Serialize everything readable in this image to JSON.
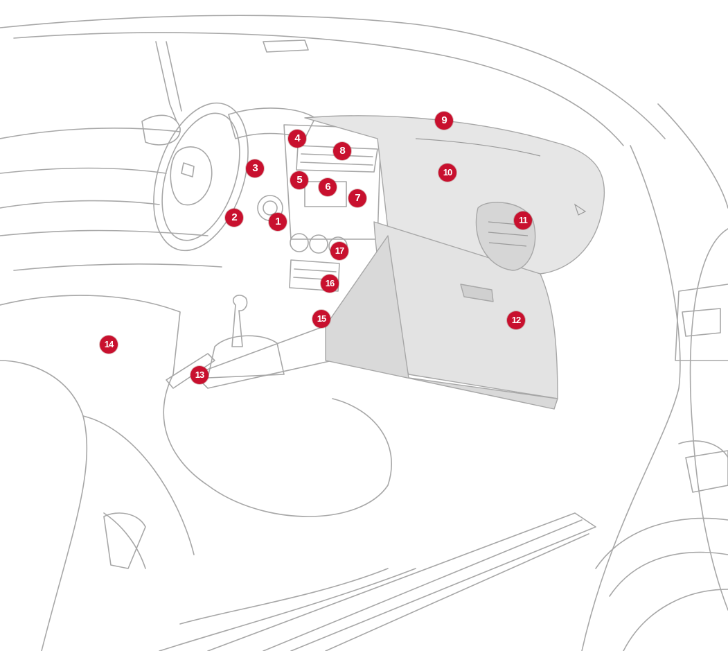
{
  "colors": {
    "marker": "#c8102e",
    "line": "#a7a7a7",
    "panel": "#e6e6e6",
    "panel_dark": "#d4d4d4"
  },
  "markers": [
    {
      "label": "1"
    },
    {
      "label": "2"
    },
    {
      "label": "3"
    },
    {
      "label": "4"
    },
    {
      "label": "5"
    },
    {
      "label": "6"
    },
    {
      "label": "7"
    },
    {
      "label": "8"
    },
    {
      "label": "9"
    },
    {
      "label": "10"
    },
    {
      "label": "11"
    },
    {
      "label": "12"
    },
    {
      "label": "13"
    },
    {
      "label": "14"
    },
    {
      "label": "15"
    },
    {
      "label": "16"
    },
    {
      "label": "17"
    }
  ]
}
